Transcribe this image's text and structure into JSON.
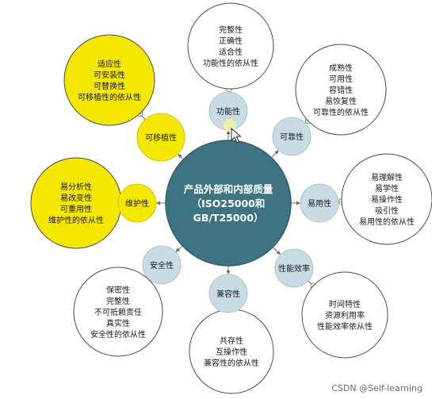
{
  "colors": {
    "center_fill": "#3e7482",
    "center_stroke": "#2f5d69",
    "center_text": "#ffffff",
    "char_fill": "#c9dce6",
    "char_text": "#1a1a1a",
    "yellow": "#f4e800",
    "white_stroke": "#4a4a4a",
    "connector": "#6a6a6a",
    "toggle_stroke": "#6aa84f"
  },
  "center": {
    "lines": [
      "产品外部和内部质量",
      "（ISO25000和",
      "GB/T25000）"
    ]
  },
  "characteristics": [
    {
      "label": "功能性",
      "highlight": false,
      "subs": [
        "完整性",
        "正确性",
        "适合性",
        "功能性的依从性"
      ]
    },
    {
      "label": "可靠性",
      "highlight": false,
      "subs": [
        "成熟性",
        "可用性",
        "容错性",
        "易恢复性",
        "可靠性的依从性"
      ]
    },
    {
      "label": "易用性",
      "highlight": false,
      "subs": [
        "易理解性",
        "易学性",
        "易操作性",
        "吸引性",
        "易用性的依从性"
      ]
    },
    {
      "label": "性能效率",
      "highlight": false,
      "subs": [
        "时间特性",
        "资源利用率",
        "性能效率依从性"
      ]
    },
    {
      "label": "兼容性",
      "highlight": false,
      "subs": [
        "共存性",
        "互操作性",
        "兼容性的依从性"
      ]
    },
    {
      "label": "安全性",
      "highlight": false,
      "subs": [
        "保密性",
        "完整性",
        "不可抵赖责任",
        "真实性",
        "安全性的依从性"
      ]
    },
    {
      "label": "维护性",
      "highlight": true,
      "subs": [
        "易分析性",
        "易改变性",
        "可重用性",
        "维护性的依从性"
      ]
    },
    {
      "label": "可移植性",
      "highlight": true,
      "subs": [
        "适应性",
        "可安装性",
        "可替换性",
        "可移植性的依从性"
      ]
    }
  ],
  "watermark": "CSDN @Self-learning"
}
